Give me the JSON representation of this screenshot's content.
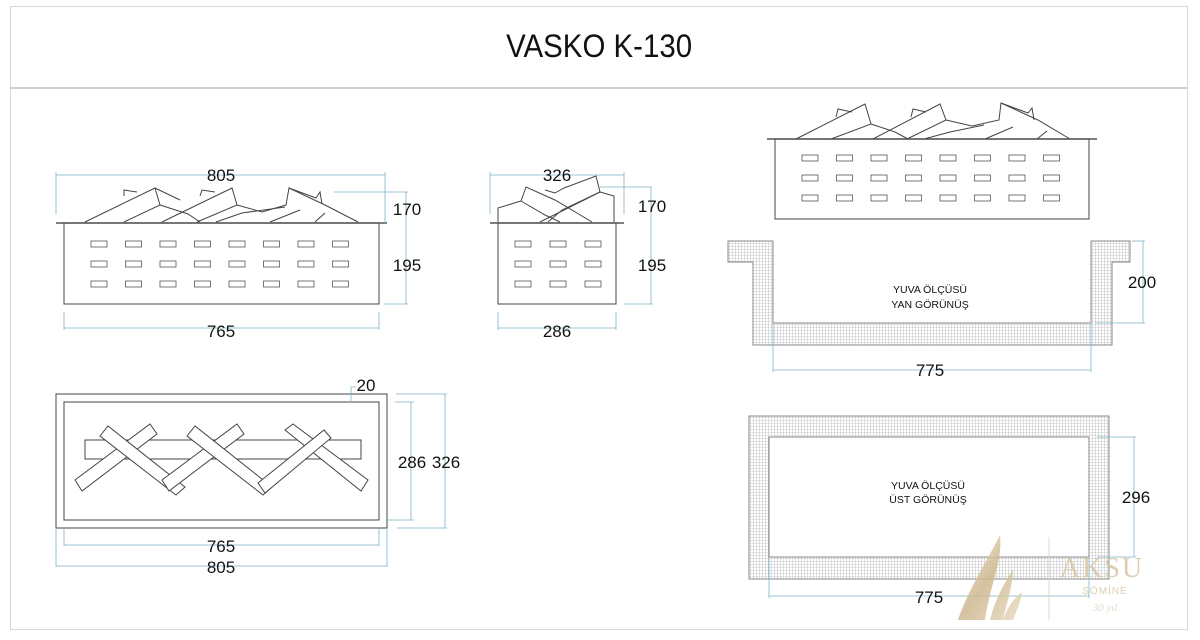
{
  "title": "VASKO K-130",
  "colors": {
    "line": "#444444",
    "dimension": "#7fb3c8",
    "hatch": "#9a9a9a",
    "logo": "#d8c6a6"
  },
  "front_view": {
    "overall_width": "805",
    "flame_height": "170",
    "body_height": "195",
    "body_width": "765",
    "vent_rows": 3,
    "vent_cols": 8
  },
  "side_view": {
    "overall_width": "326",
    "flame_height": "170",
    "body_height": "195",
    "body_width": "286",
    "vent_rows": 3,
    "vent_cols": 3
  },
  "top_view": {
    "frame_offset": "20",
    "inner_depth": "286",
    "outer_depth": "326",
    "inner_width": "765",
    "outer_width": "805"
  },
  "niche_side": {
    "label_line1": "YUVA ÖLÇÜSÜ",
    "label_line2": "YAN GÖRÜNÜŞ",
    "depth": "200",
    "width": "775"
  },
  "niche_top": {
    "label_line1": "YUVA ÖLÇÜSÜ",
    "label_line2": "ÜST GÖRÜNÜŞ",
    "depth": "296",
    "width": "775"
  },
  "logo": {
    "brand": "AKSU",
    "sub": "ŞÖMİNE",
    "years": "30 yıl"
  }
}
